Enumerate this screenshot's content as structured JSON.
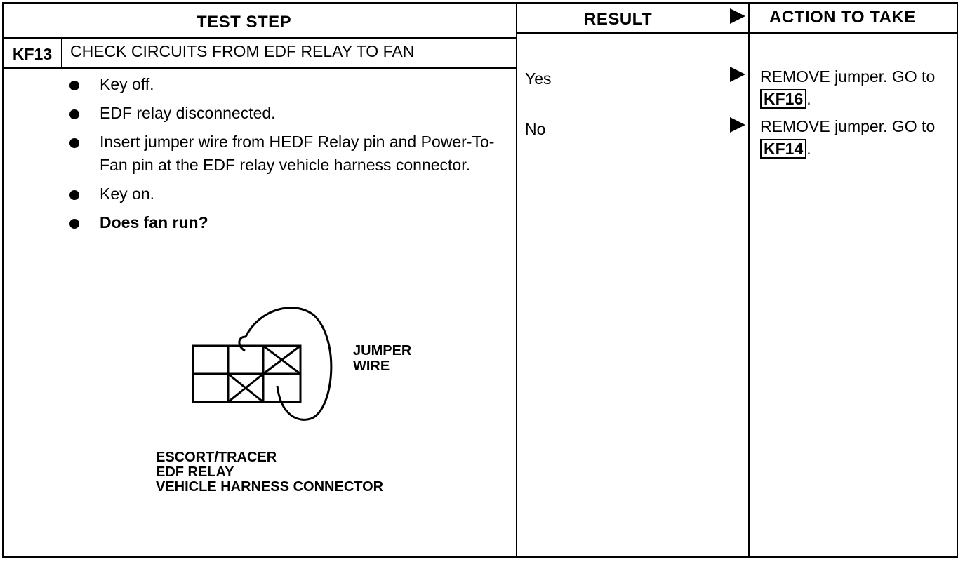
{
  "header": {
    "test_step": "TEST STEP",
    "result": "RESULT",
    "action": "ACTION TO TAKE"
  },
  "step": {
    "id": "KF13",
    "title": "CHECK CIRCUITS FROM EDF RELAY TO FAN",
    "bullets": [
      "Key off.",
      "EDF relay disconnected.",
      "Insert jumper wire from HEDF Relay pin and Power-To-Fan pin at the EDF relay vehicle harness connector.",
      "Key on.",
      "Does fan run?"
    ]
  },
  "diagram": {
    "jumper_label_1": "JUMPER",
    "jumper_label_2": "WIRE",
    "caption_1": "ESCORT/TRACER",
    "caption_2": "EDF RELAY",
    "caption_3": "VEHICLE HARNESS CONNECTOR"
  },
  "results": [
    {
      "result": "Yes",
      "action_text": "REMOVE jumper. GO to",
      "ref": "KF16",
      "suffix": "."
    },
    {
      "result": "No",
      "action_text": "REMOVE jumper. GO to",
      "ref": "KF14",
      "suffix": "."
    }
  ]
}
